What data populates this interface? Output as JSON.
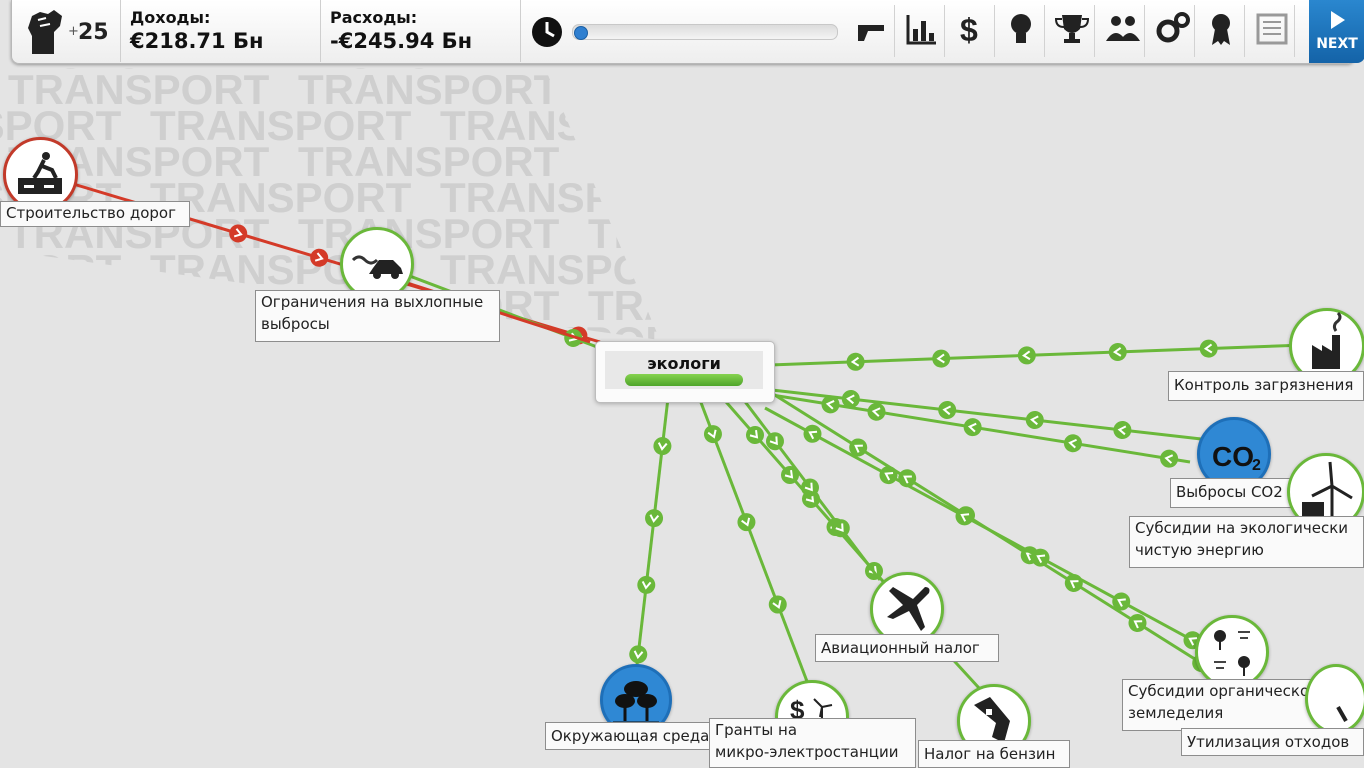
{
  "topbar": {
    "fist_badge": "25",
    "income_label": "Доходы:",
    "income_value": "€218.71 Бн",
    "expense_label": "Расходы:",
    "expense_value": "-€245.94 Бн",
    "next_label": "NEXT",
    "turn_progress": 0.0,
    "icons": [
      "gun-icon",
      "chart-icon",
      "dollar-icon",
      "lightbulb-icon",
      "trophy-icon",
      "people-icon",
      "gears-icon",
      "medal-icon",
      "newspaper-icon"
    ]
  },
  "watermark": {
    "text": "TRANSPORT"
  },
  "center_card": {
    "title": "экологи",
    "progress": 1.0
  },
  "nodes": {
    "road_construction": {
      "label": "Строительство дорог"
    },
    "exhaust_limits": {
      "label_line1": "Ограничения на выхлопные",
      "label_line2": "выбросы"
    },
    "pollution_control": {
      "label": "Контроль загрязнения"
    },
    "co2_emissions": {
      "label": "Выбросы CO2",
      "icon_text": "CO",
      "icon_sub": "2"
    },
    "clean_energy_subsidies": {
      "label_line1": "Субсидии на экологически",
      "label_line2": "чистую энергию"
    },
    "aviation_tax": {
      "label": "Авиационный налог"
    },
    "organic_farming_subsidies": {
      "label_line1": "Субсидии органического",
      "label_line2": "земледелия"
    },
    "waste_recycling": {
      "label": "Утилизация отходов"
    },
    "environment": {
      "label": "Окружающая среда"
    },
    "microgeneration_grants": {
      "label_line1": "Гранты на",
      "label_line2": "микро-электростанции"
    },
    "petrol_tax": {
      "label": "Налог на бензин"
    }
  },
  "colors": {
    "positive": "#6ab83a",
    "negative": "#d43a28",
    "accent": "#1a6fb6"
  }
}
